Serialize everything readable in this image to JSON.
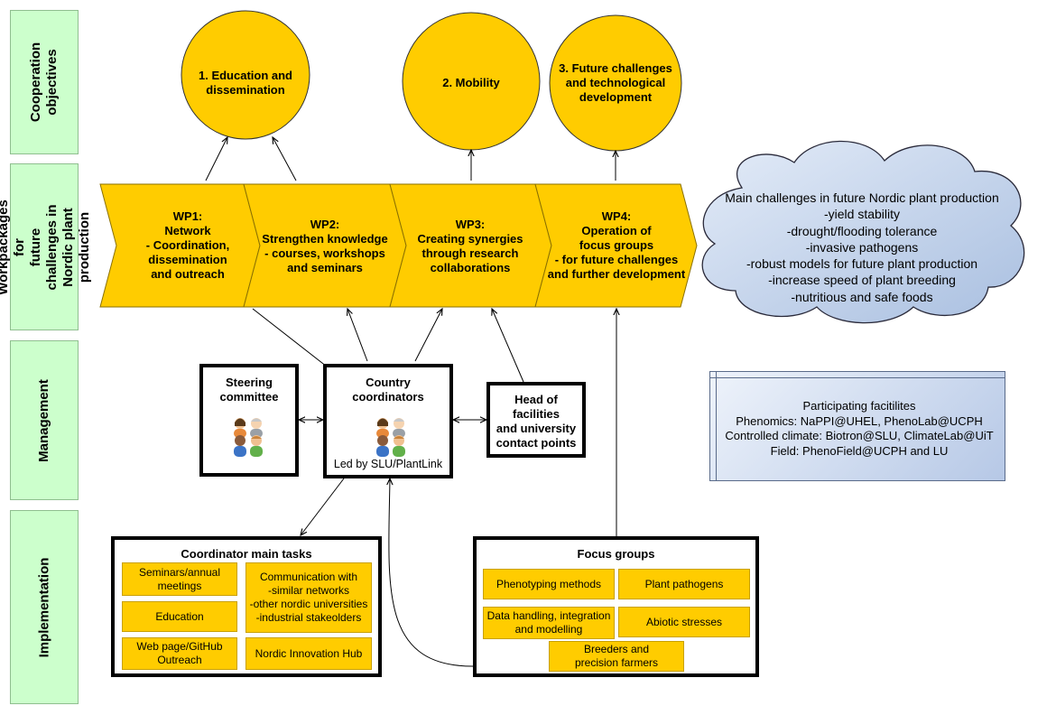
{
  "lanes": [
    {
      "label": "Cooperation\nobjectives"
    },
    {
      "label": "Workpackages for\nfuture challenges in\nNordic plant production"
    },
    {
      "label": "Management"
    },
    {
      "label": "Implementation"
    }
  ],
  "objectives": [
    {
      "label": "1. Education and\ndissemination"
    },
    {
      "label": "2. Mobility"
    },
    {
      "label": "3. Future challenges\nand technological\ndevelopment"
    }
  ],
  "workpackages": [
    {
      "label": "WP1:\nNetwork\n- Coordination,\ndissemination\nand outreach"
    },
    {
      "label": "WP2:\nStrengthen knowledge\n- courses, workshops\nand seminars"
    },
    {
      "label": "WP3:\nCreating synergies\nthrough research\ncollaborations"
    },
    {
      "label": "WP4:\nOperation of\nfocus groups\n- for future challenges\nand further development"
    }
  ],
  "challenges_cloud": {
    "text": "Main challenges in future Nordic plant production\n-yield stability\n-drought/flooding tolerance\n-invasive pathogens\n-robust models for future plant production\n-increase speed of plant breeding\n-nutritious and safe foods"
  },
  "facilities": {
    "text": "Participating facitilites\nPhenomics: NaPPI@UHEL, PhenoLab@UCPH\nControlled climate: Biotron@SLU, ClimateLab@UiT\nField: PhenoField@UCPH and LU"
  },
  "management": {
    "steering": "Steering\ncommittee",
    "country": "Country\ncoordinators",
    "country_note": "Led by SLU/PlantLink",
    "head": "Head of\nfacilities\nand university\ncontact points"
  },
  "coordinator_tasks": {
    "title": "Coordinator main tasks",
    "items": [
      "Seminars/annual\nmeetings",
      "Communication with\n-similar networks\n-other nordic universities\n-industrial stakeolders",
      "Education",
      "Web page/GitHub\nOutreach",
      "Nordic Innovation Hub"
    ]
  },
  "focus_groups": {
    "title": "Focus groups",
    "items": [
      "Phenotyping methods",
      "Plant pathogens",
      "Data handling, integration\nand modelling",
      "Abiotic stresses",
      "Breeders and\nprecision farmers"
    ]
  },
  "colors": {
    "yellow": "#ffcc00",
    "lane_green": "#ccffcc",
    "cloud_blue": "#c6d6ee"
  }
}
